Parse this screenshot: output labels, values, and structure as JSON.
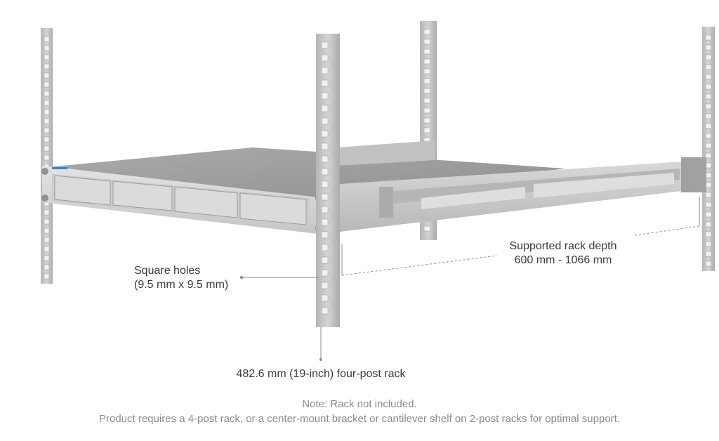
{
  "callouts": {
    "square_holes": {
      "line1": "Square holes",
      "line2": "(9.5 mm x 9.5 mm)"
    },
    "rack_depth": {
      "line1": "Supported rack depth",
      "line2": "600 mm - 1066 mm"
    },
    "rack_type": "482.6 mm (19-inch) four-post rack"
  },
  "notes": {
    "line1": "Note: Rack not included.",
    "line2": "Product requires a 4-post rack, or a center-mount bracket or cantilever shelf on 2-post racks for optimal support."
  },
  "colors": {
    "post": "#c4c6c8",
    "post_shadow": "#a9abad",
    "hole": "#f4f4f4",
    "chassis_top": "#9c9ea0",
    "chassis_front": "#d3d5d7",
    "rail": "#c8cacc",
    "leader_line": "#8a8a8a",
    "accent_led": "#3b82d6"
  }
}
